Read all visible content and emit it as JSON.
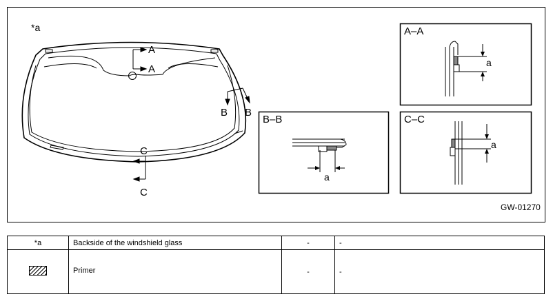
{
  "figure": {
    "marker": "*a",
    "code": "GW-01270"
  },
  "sections": {
    "aa": "A–A",
    "bb": "B–B",
    "cc": "C–C"
  },
  "cut_labels": {
    "a": "A",
    "b": "B",
    "c": "C"
  },
  "dimension_label": "a",
  "legend": [
    {
      "key": "*a",
      "description": "Backside of the windshield glass",
      "col3": "-",
      "col4": "-"
    },
    {
      "key": "",
      "symbol": "hatch-icon",
      "description": "Primer",
      "col3": "-",
      "col4": "-"
    }
  ]
}
